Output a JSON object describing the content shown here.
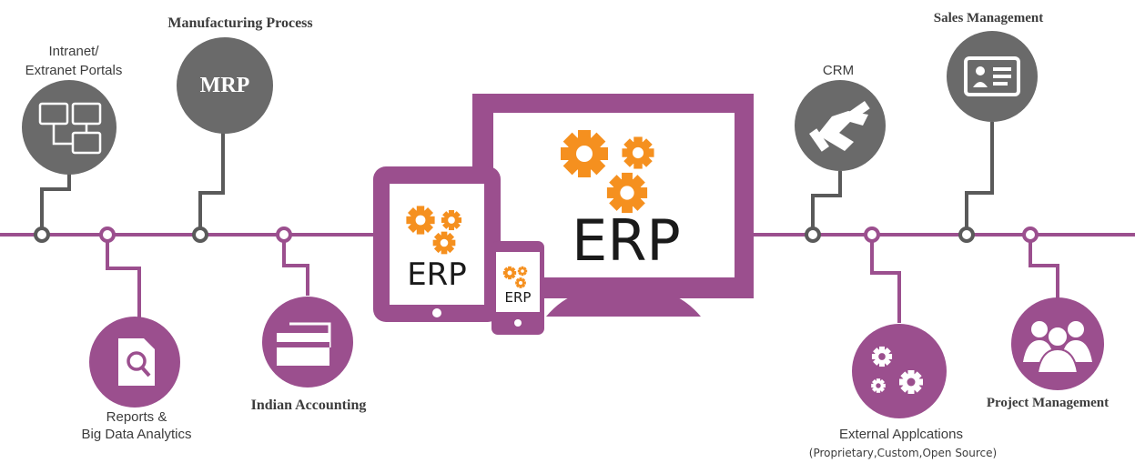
{
  "colors": {
    "purple": "#9b4f8e",
    "gray": "#6a6a6a",
    "orange": "#f5901f",
    "dark_stroke": "#5a5a5a"
  },
  "devices": {
    "monitor_label": "ERP",
    "tablet_label": "ERP",
    "phone_label": "ERP",
    "gear_icon": "gears-icon"
  },
  "nodes": {
    "intranet": {
      "line1": "Intranet/",
      "line2": "Extranet Portals",
      "icon": "monitors-icon"
    },
    "mrp": {
      "title": "Manufacturing Process",
      "badge": "MRP"
    },
    "reports": {
      "line1": "Reports &",
      "line2": "Big Data Analytics",
      "icon": "report-search-icon"
    },
    "accounting": {
      "label": "Indian Accounting",
      "icon": "cards-icon"
    },
    "crm": {
      "label": "CRM",
      "icon": "handshake-icon"
    },
    "sales": {
      "label": "Sales Management",
      "icon": "id-card-icon"
    },
    "external": {
      "line1": "External Applcations",
      "line2": "(Proprietary,Custom,Open Source)",
      "icon": "gears-icon"
    },
    "project": {
      "label": "Project Management",
      "icon": "people-icon"
    }
  }
}
